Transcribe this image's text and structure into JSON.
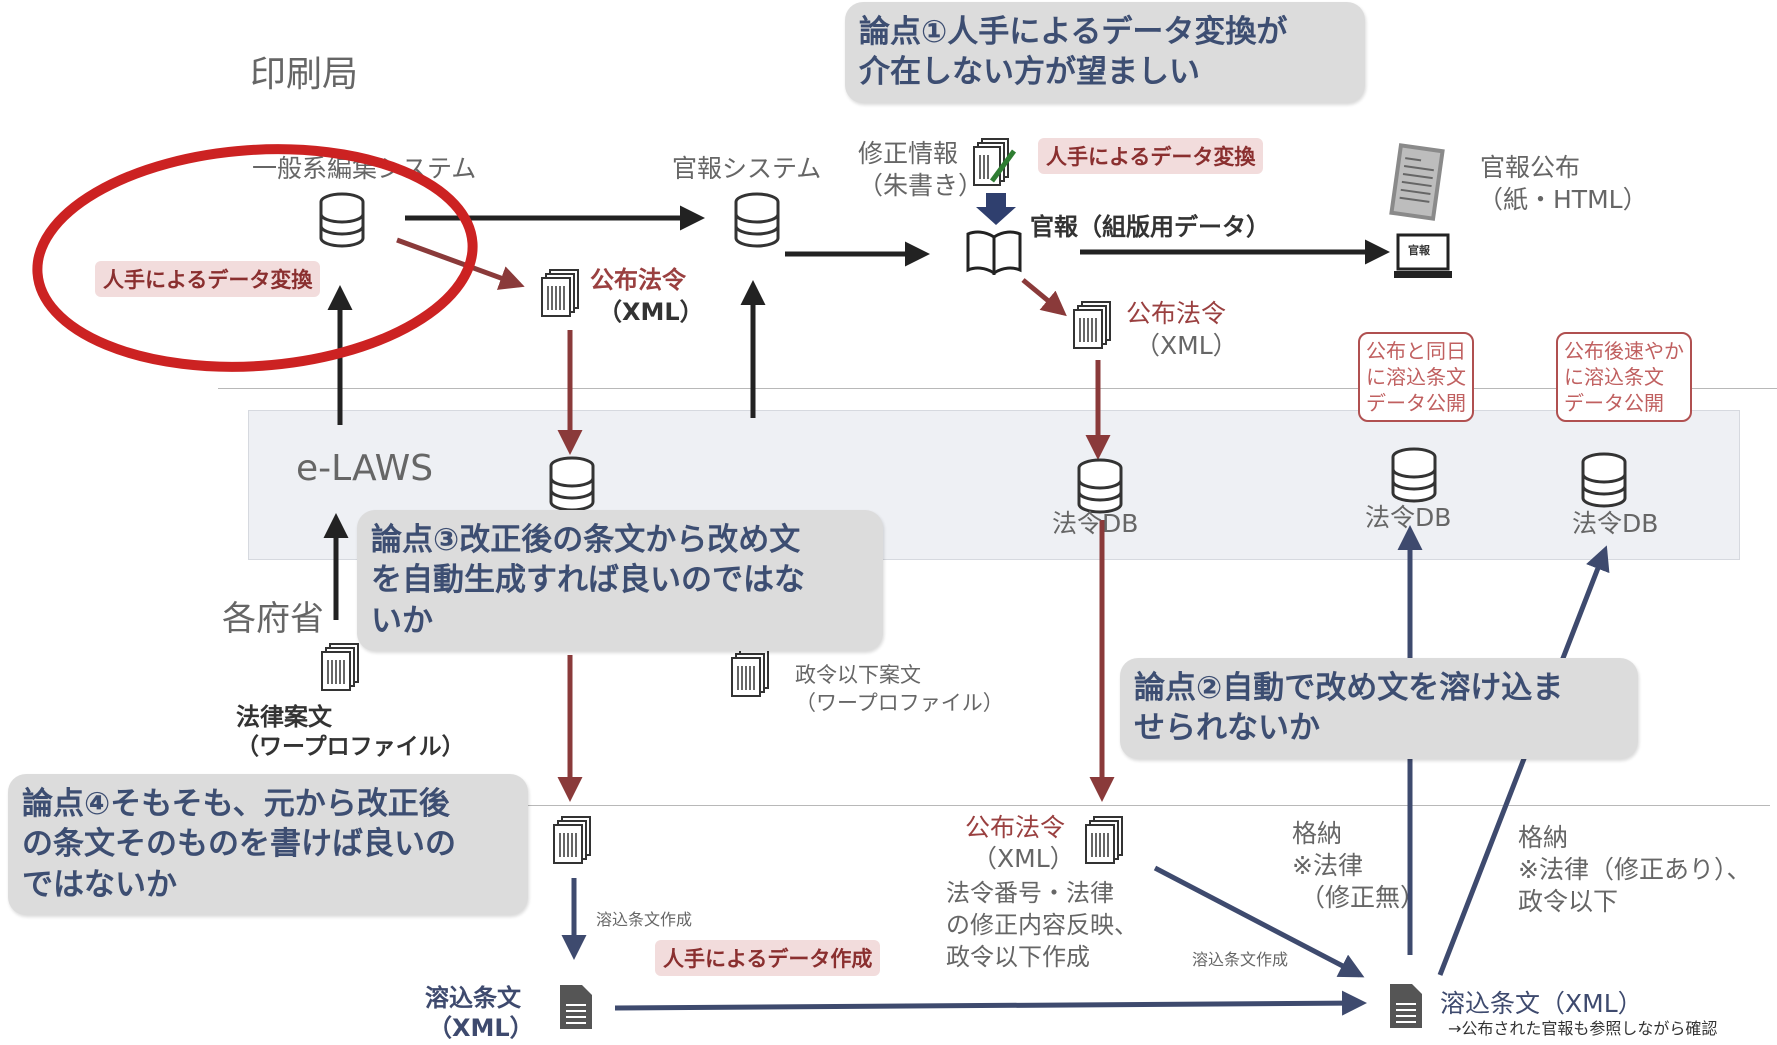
{
  "sections": {
    "printing_bureau": "印刷局",
    "elaws": "e-LAWS",
    "ministries": "各府省"
  },
  "nodes": {
    "general_system": "一般系編集システム",
    "kanpo_system": "官報システム",
    "correction_info": "修正情報",
    "correction_info_sub": "（朱書き）",
    "kanpo_typeset": "官報（組版用データ）",
    "kanpo_publish": "官報公布",
    "kanpo_publish_sub": "（紙・HTML）",
    "kanpo_screen_label": "官報",
    "promulgated_top": "公布法令",
    "promulgated_top_sub": "（XML）",
    "promulgated_mid": "公布法令",
    "promulgated_mid_sub": "（XML）",
    "law_db_1": "法令DB",
    "law_db_2": "法令DB",
    "law_db_3": "法令DB",
    "bill_text": "法律案文",
    "bill_text_sub": "（ワープロファイル）",
    "cabinet_order_text": "政令以下案文",
    "cabinet_order_text_sub": "（ワープロファイル）",
    "promulgated_bottom": "公布法令",
    "promulgated_bottom_sub": "（XML）",
    "promulgated_bottom_note1": "法令番号・法律",
    "promulgated_bottom_note2": "の修正内容反映、",
    "promulgated_bottom_note3": "政令以下作成",
    "consolidated_left": "溶込条文",
    "consolidated_left_sub": "（XML）",
    "consolidated_right": "溶込条文（XML）",
    "consolidated_right_note": "→公布された官報も参照しながら確認",
    "consolidated_make_1": "溶込条文作成",
    "consolidated_make_2": "溶込条文作成",
    "storage_1": "格納",
    "storage_1_note1": "※法律",
    "storage_1_note2": "（修正無）",
    "storage_2": "格納",
    "storage_2_note1": "※法律（修正あり）、",
    "storage_2_note2": "政令以下"
  },
  "tags": {
    "manual_conversion_1": "人手によるデータ変換",
    "manual_conversion_2": "人手によるデータ変換",
    "manual_creation": "人手によるデータ作成"
  },
  "bubbles": {
    "same_day_1": "公布と同日",
    "same_day_2": "に溶込条文",
    "same_day_3": "データ公開",
    "prompt_1": "公布後速やか",
    "prompt_2": "に溶込条文",
    "prompt_3": "データ公開"
  },
  "issues": {
    "issue1_l1": "論点①人手によるデータ変換が",
    "issue1_l2": "介在しない方が望ましい",
    "issue2_l1": "論点②自動で改め文を溶け込ま",
    "issue2_l2": "せられないか",
    "issue3_l1": "論点③改正後の条文から改め文",
    "issue3_l2": "を自動生成すれば良いのではな",
    "issue3_l3": "いか",
    "issue4_l1": "論点④そもそも、元から改正後",
    "issue4_l2": "の条文そのものを書けば良いの",
    "issue4_l3": "ではないか"
  },
  "colors": {
    "black_arrow": "#222222",
    "red_arrow": "#8a3a3a",
    "navy_arrow": "#3e4a6e",
    "highlight_circle": "#cc2222",
    "callout_bg": "#dcdcdc",
    "callout_text": "#3d4e72",
    "tag_bg": "#f2dcdc",
    "band_bg": "#eef0f4"
  }
}
